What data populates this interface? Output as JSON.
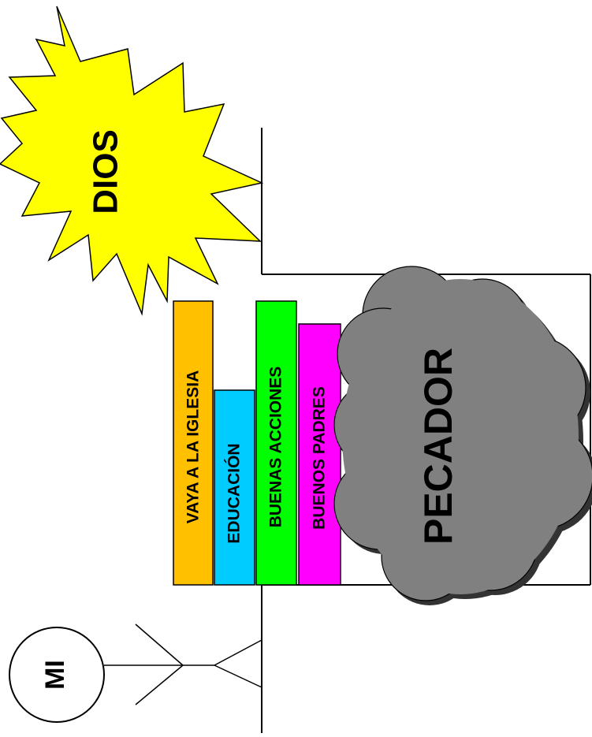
{
  "god": {
    "label": "DIOS",
    "color": "#FFFF00"
  },
  "sinner": {
    "label": "PECADOR",
    "color": "#808080"
  },
  "me": {
    "label": "MI"
  },
  "efforts": [
    {
      "label": "VAYA A LA IGLESIA",
      "color": "#FFC000"
    },
    {
      "label": "EDUCACIÓN",
      "color": "#00CCFF"
    },
    {
      "label": "BUENAS ACCIONES",
      "color": "#00FF00"
    },
    {
      "label": "BUENOS PADRES",
      "color": "#FF00FF"
    }
  ]
}
